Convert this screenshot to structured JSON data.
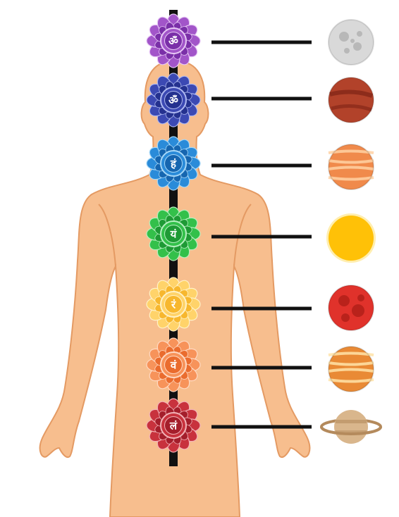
{
  "colors": {
    "body_fill": "#F7BE8E",
    "body_outline": "#E49A63",
    "spine": "#111111",
    "connector": "#111111"
  },
  "chakras": [
    {
      "symbol": "ॐ",
      "icon": "crown-lotus-icon",
      "outer": "#A255C9",
      "inner": "#7A2FA8",
      "ring": "#E7C8F5"
    },
    {
      "symbol": "ॐ",
      "icon": "third-eye-lotus-icon",
      "outer": "#3C49B3",
      "inner": "#24318F",
      "ring": "#AEB8F0"
    },
    {
      "symbol": "हं",
      "icon": "throat-lotus-icon",
      "outer": "#2A8BD9",
      "inner": "#1666B0",
      "ring": "#A6D7F7"
    },
    {
      "symbol": "यं",
      "icon": "heart-lotus-icon",
      "outer": "#33C04A",
      "inner": "#1E9A35",
      "ring": "#B6F0C0"
    },
    {
      "symbol": "रं",
      "icon": "solar-plexus-lotus-icon",
      "outer": "#FFD36A",
      "inner": "#F7B72E",
      "ring": "#FFF2C6"
    },
    {
      "symbol": "वं",
      "icon": "sacral-lotus-icon",
      "outer": "#F7935A",
      "inner": "#EA6C2E",
      "ring": "#FFD9C2"
    },
    {
      "symbol": "लं",
      "icon": "root-lotus-icon",
      "outer": "#C8323D",
      "inner": "#A41E2B",
      "ring": "#F2B2B7"
    }
  ],
  "planets": [
    {
      "icon": "moon-icon",
      "base": "#D9D9D9",
      "accent": "#A9A9A9"
    },
    {
      "icon": "mars-icon",
      "base": "#B2422A",
      "accent": "#7E2315"
    },
    {
      "icon": "jupiter-icon",
      "base": "#F08A4B",
      "accent": "#FFD1A3"
    },
    {
      "icon": "sun-icon",
      "base": "#FFC107",
      "accent": "#FFE27A"
    },
    {
      "icon": "red-planet-icon",
      "base": "#E0322B",
      "accent": "#9E1710"
    },
    {
      "icon": "banded-planet-icon",
      "base": "#E98A35",
      "accent": "#FFE3A8"
    },
    {
      "icon": "saturn-icon",
      "base": "#D9B68C",
      "accent": "#B48A5C"
    }
  ]
}
